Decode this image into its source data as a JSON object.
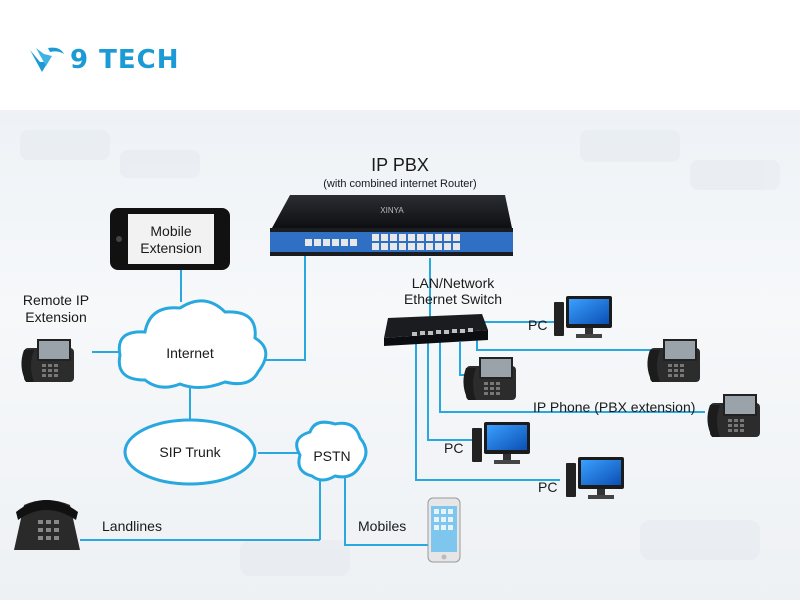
{
  "logo": {
    "text": "9 TECH",
    "icon": "v-wing-logo-icon",
    "color": "#1b9ad6"
  },
  "diagram": {
    "pbx_title": "IP PBX",
    "pbx_subtitle": "(with combined internet Router)",
    "pbx_brand": "XINYA",
    "mobile_extension": [
      "Mobile",
      "Extension"
    ],
    "remote_ip_extension": [
      "Remote IP",
      "Extension"
    ],
    "internet": "Internet",
    "sip_trunk": "SIP Trunk",
    "pstn": "PSTN",
    "landlines": "Landlines",
    "mobiles": "Mobiles",
    "switch_label": [
      "LAN/Network",
      "Ethernet Switch"
    ],
    "pc_label": "PC",
    "ip_phone_label": "IP Phone (PBX extension)",
    "line_color": "#29a8df"
  }
}
